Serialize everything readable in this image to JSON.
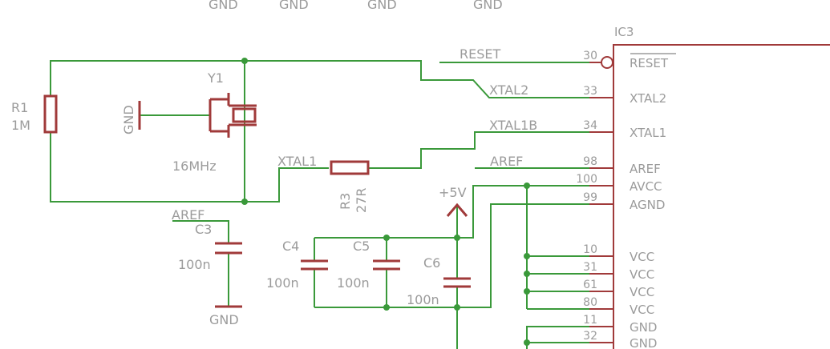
{
  "top_gnd_labels": [
    "GND",
    "GND",
    "GND",
    "GND"
  ],
  "ic": {
    "name": "IC3",
    "pins": [
      {
        "num": "30",
        "func": "RESET",
        "net": "RESET",
        "overline": true
      },
      {
        "num": "33",
        "func": "XTAL2",
        "net": "XTAL2"
      },
      {
        "num": "34",
        "func": "XTAL1",
        "net": "XTAL1B"
      },
      {
        "num": "98",
        "func": "AREF",
        "net": "AREF"
      },
      {
        "num": "100",
        "func": "AVCC",
        "net": ""
      },
      {
        "num": "99",
        "func": "AGND",
        "net": ""
      },
      {
        "num": "10",
        "func": "VCC",
        "net": ""
      },
      {
        "num": "31",
        "func": "VCC",
        "net": ""
      },
      {
        "num": "61",
        "func": "VCC",
        "net": ""
      },
      {
        "num": "80",
        "func": "VCC",
        "net": ""
      },
      {
        "num": "11",
        "func": "GND",
        "net": ""
      },
      {
        "num": "32",
        "func": "GND",
        "net": ""
      }
    ]
  },
  "components": {
    "r1": {
      "name": "R1",
      "value": "1M"
    },
    "y1": {
      "name": "Y1",
      "value": "16MHz",
      "gnd": "GND"
    },
    "r3": {
      "name": "R3",
      "value": "27R"
    },
    "c3": {
      "name": "C3",
      "value": "100n",
      "net": "AREF",
      "gnd": "GND"
    },
    "c4": {
      "name": "C4",
      "value": "100n"
    },
    "c5": {
      "name": "C5",
      "value": "100n"
    },
    "c6": {
      "name": "C6",
      "value": "100n"
    }
  },
  "nets": {
    "xtal1": "XTAL1",
    "supply": "+5V"
  }
}
